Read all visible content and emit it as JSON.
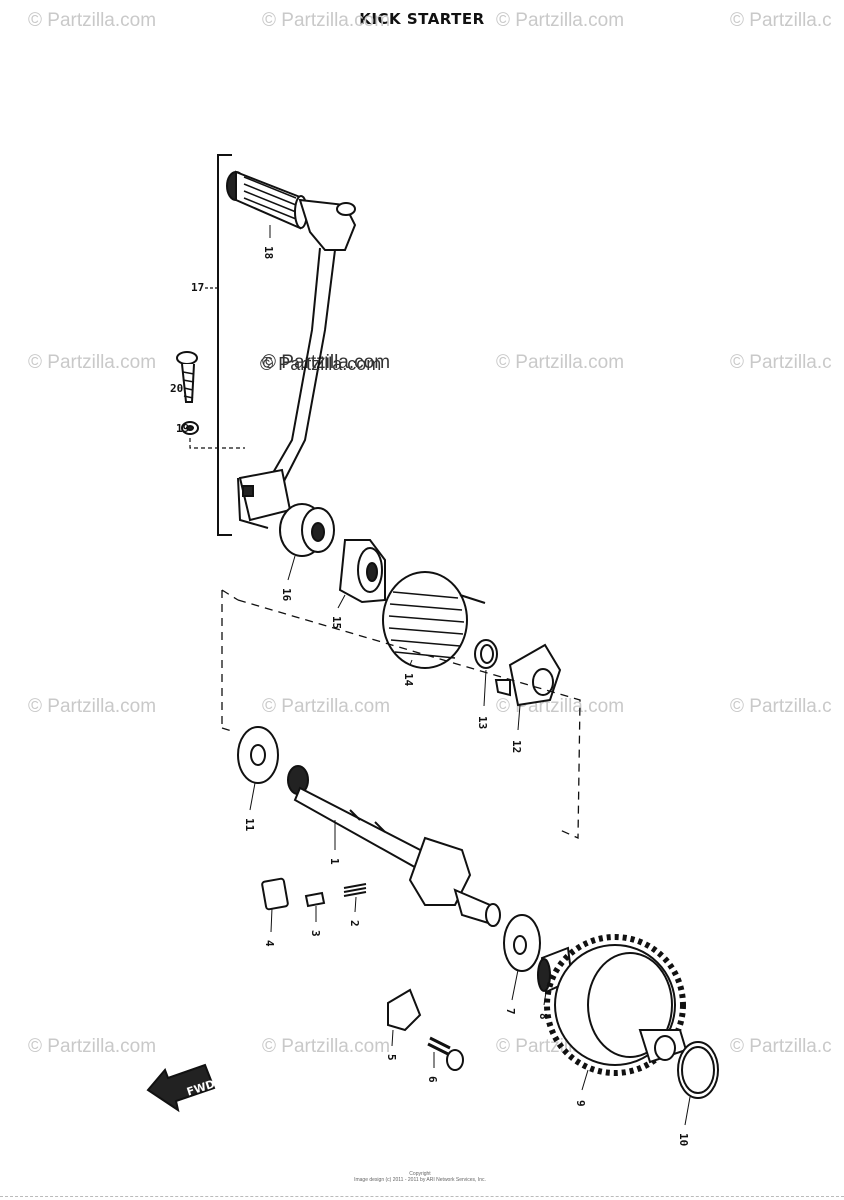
{
  "title": "KICK STARTER",
  "watermark": "© Partzilla.com",
  "watermarks": [
    {
      "id": "wm-1",
      "text": "© Partzilla.com"
    },
    {
      "id": "wm-2",
      "text": "© Partzilla.com"
    },
    {
      "id": "wm-3",
      "text": "© Partzilla.com"
    },
    {
      "id": "wm-4",
      "text": "© Partzilla.c"
    },
    {
      "id": "wm-5",
      "text": "© Partzilla.com"
    },
    {
      "id": "wm-6",
      "text": "© Partzilla.com"
    },
    {
      "id": "wm-7",
      "text": "© Partzilla.com"
    },
    {
      "id": "wm-8",
      "text": "© Partzilla.c"
    },
    {
      "id": "wm-9",
      "text": "© Partzilla.com"
    },
    {
      "id": "wm-10",
      "text": "© Partzilla.com"
    },
    {
      "id": "wm-11",
      "text": "© Partzilla.com"
    },
    {
      "id": "wm-12",
      "text": "© Partzilla.c"
    },
    {
      "id": "wm-13",
      "text": "© Partzilla.com"
    },
    {
      "id": "wm-14",
      "text": "© Partzilla.com"
    },
    {
      "id": "wm-15",
      "text": "© Partzilla.com"
    },
    {
      "id": "wm-16",
      "text": "© Partzilla.c"
    }
  ],
  "center_watermark": "© Partzilla.com",
  "fwd_label": "FWD",
  "callouts": [
    "1",
    "2",
    "3",
    "4",
    "5",
    "6",
    "7",
    "8",
    "9",
    "10",
    "11",
    "12",
    "13",
    "14",
    "15",
    "16",
    "17",
    "18",
    "19",
    "20"
  ],
  "copyright_lines": [
    "Copyright",
    "Image design (c) 2011 - 2011 by ARI Network Services, Inc."
  ],
  "colors": {
    "ink": "#111111",
    "watermark": "#c9c9c9"
  }
}
